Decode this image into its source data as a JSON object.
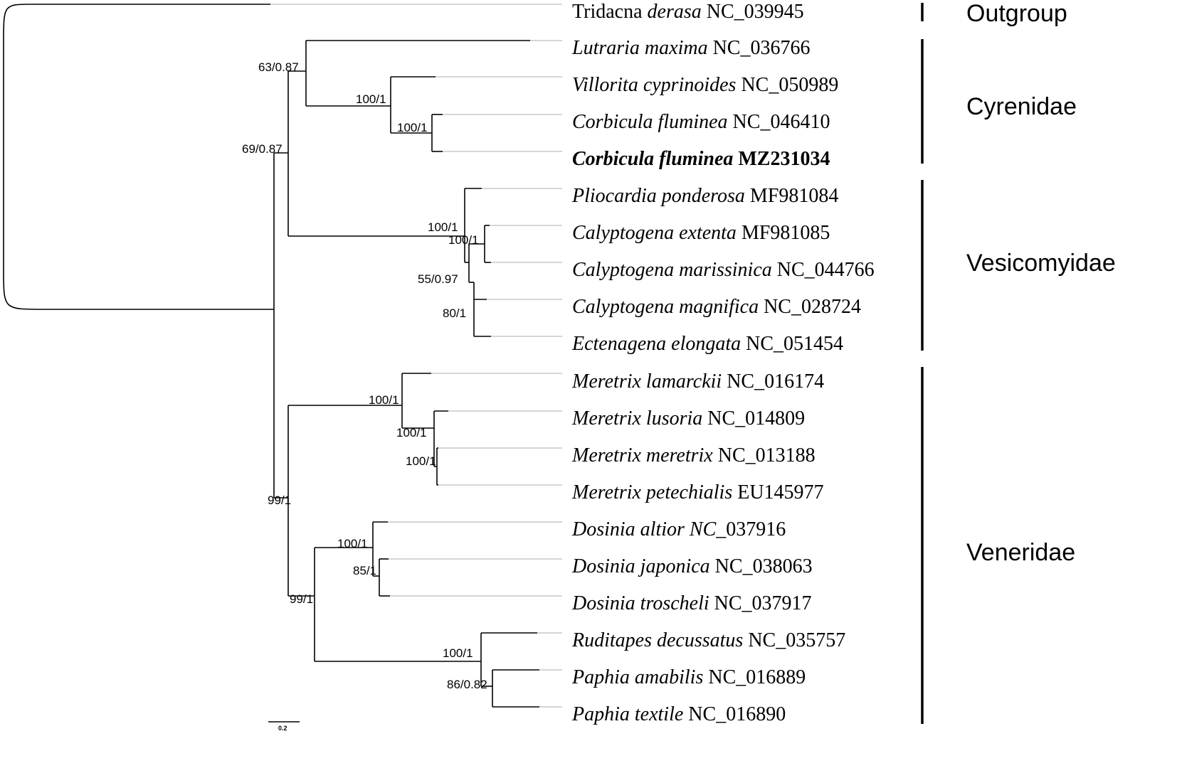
{
  "taxa": [
    {
      "species": "",
      "genus_plain": "Tridacna",
      "epithet": "derasa",
      "accession": "NC_039945",
      "bold": false
    },
    {
      "species": "Lutraria maxima",
      "accession": "NC_036766",
      "bold": false
    },
    {
      "species": "Villorita cyprinoides",
      "accession": "NC_050989",
      "bold": false
    },
    {
      "species": "Corbicula fluminea",
      "accession": "NC_046410",
      "bold": false
    },
    {
      "species": "Corbicula fluminea",
      "accession": "MZ231034",
      "bold": true
    },
    {
      "species": "Pliocardia ponderosa",
      "accession": "MF981084",
      "bold": false
    },
    {
      "species": "Calyptogena extenta",
      "accession": "MF981085",
      "bold": false
    },
    {
      "species": "Calyptogena marissinica",
      "accession": "NC_044766",
      "bold": false
    },
    {
      "species": "Calyptogena magnifica",
      "accession": "NC_028724",
      "bold": false
    },
    {
      "species": "Ectenagena elongata",
      "accession": "NC_051454",
      "bold": false
    },
    {
      "species": "Meretrix lamarckii",
      "accession": "NC_016174",
      "bold": false
    },
    {
      "species": "Meretrix lusoria",
      "accession": "NC_014809",
      "bold": false
    },
    {
      "species": "Meretrix meretrix",
      "accession": "NC_013188",
      "bold": false
    },
    {
      "species": "Meretrix petechialis",
      "accession": "EU145977",
      "bold": false
    },
    {
      "species": "Dosinia altior NC",
      "accession": "_037916",
      "bold": false
    },
    {
      "species": "Dosinia japonica",
      "accession": "NC_038063",
      "bold": false
    },
    {
      "species": "Dosinia troscheli",
      "accession": "NC_037917",
      "bold": false
    },
    {
      "species": "Ruditapes decussatus",
      "accession": "NC_035757",
      "bold": false
    },
    {
      "species": "Paphia amabilis",
      "accession": "NC_016889",
      "bold": false
    },
    {
      "species": "Paphia textile",
      "accession": "NC_016890",
      "bold": false
    }
  ],
  "support_values": [
    "63/0.87",
    "100/1",
    "100/1",
    "69/0.87",
    "100/1",
    "100/1",
    "55/0.97",
    "80/1",
    "100/1",
    "100/1",
    "100/1",
    "99/1",
    "100/1",
    "85/1",
    "99/1",
    "100/1",
    "86/0.82"
  ],
  "groups": [
    "Outgroup",
    "Cyrenidae",
    "Vesicomyidae",
    "Veneridae"
  ],
  "scale_bar": {
    "label": "0.2"
  },
  "colors": {
    "branch": "#000000",
    "guide": "#c8c8c8"
  }
}
